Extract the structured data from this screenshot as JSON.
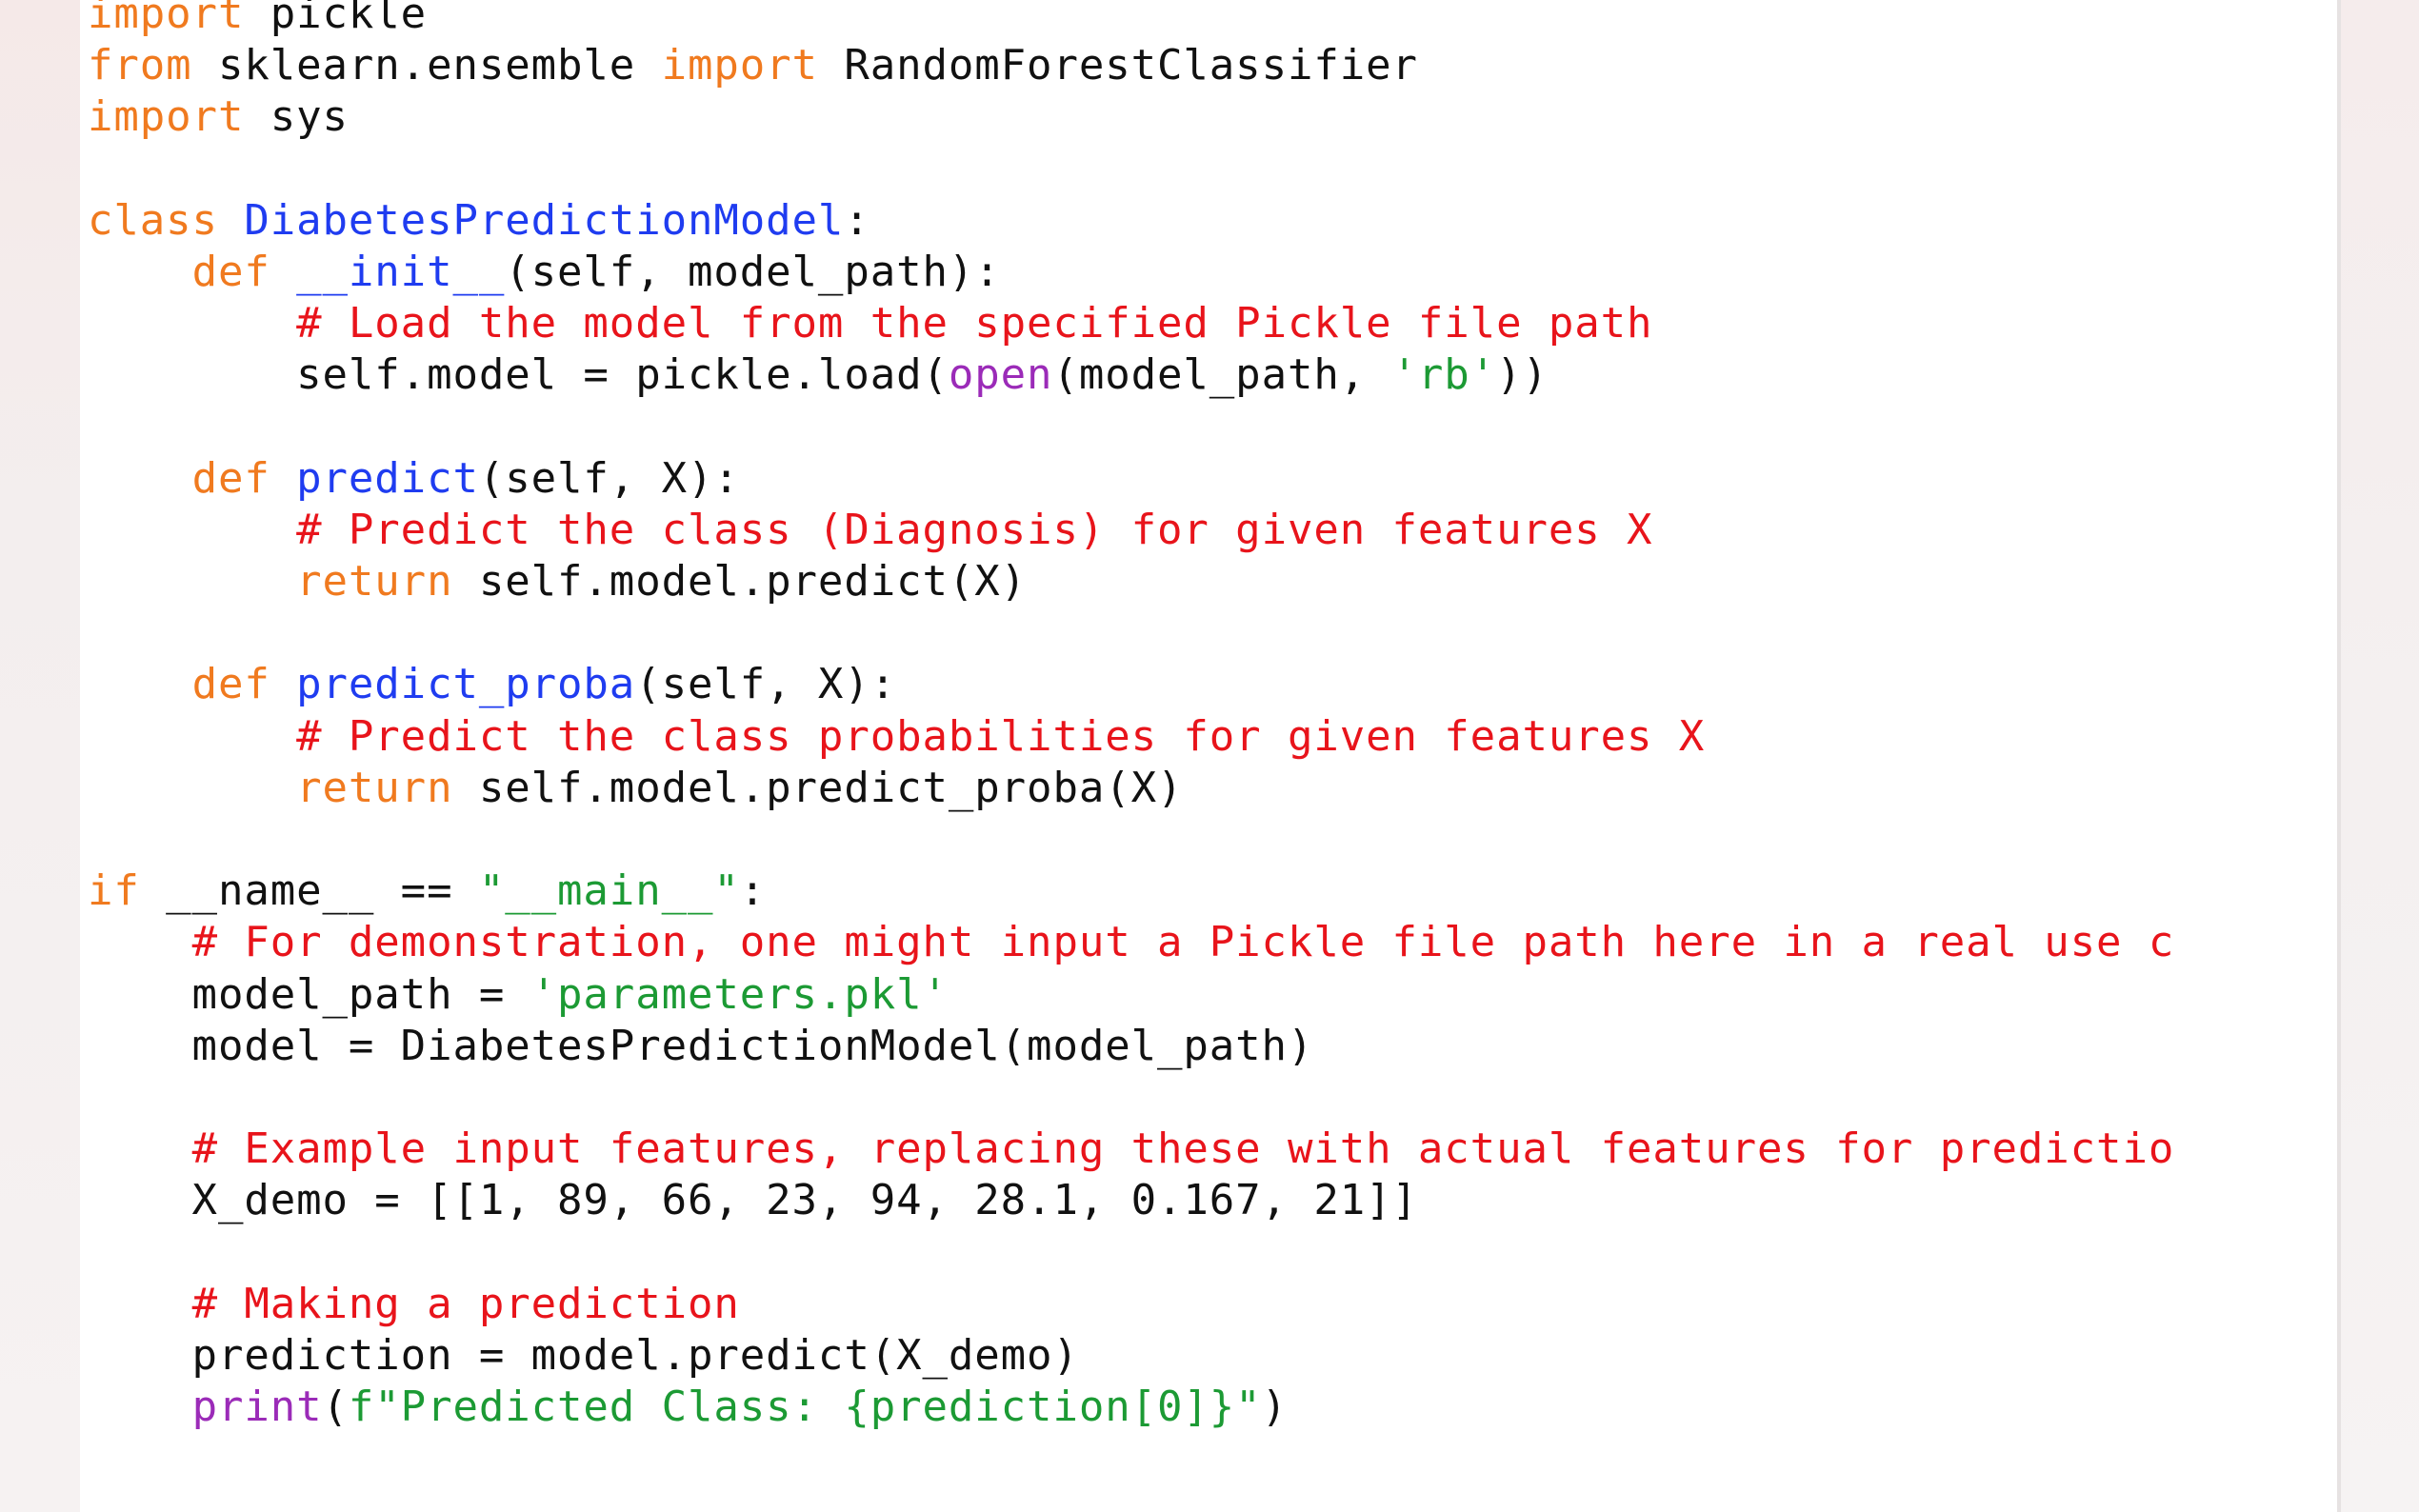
{
  "colors": {
    "keyword": "#f07a1f",
    "definition_name": "#1f3cf0",
    "comment": "#e8141b",
    "string": "#1c9a34",
    "builtin": "#9b2bb8",
    "text": "#111111"
  },
  "code": {
    "lines": [
      [
        {
          "k": "kw",
          "t": "import"
        },
        {
          "k": "pl",
          "t": " pickle"
        }
      ],
      [
        {
          "k": "kw",
          "t": "from"
        },
        {
          "k": "pl",
          "t": " sklearn.ensemble "
        },
        {
          "k": "kw",
          "t": "import"
        },
        {
          "k": "pl",
          "t": " RandomForestClassifier"
        }
      ],
      [
        {
          "k": "kw",
          "t": "import"
        },
        {
          "k": "pl",
          "t": " sys"
        }
      ],
      [],
      [
        {
          "k": "kw",
          "t": "class"
        },
        {
          "k": "pl",
          "t": " "
        },
        {
          "k": "nm",
          "t": "DiabetesPredictionModel"
        },
        {
          "k": "pl",
          "t": ":"
        }
      ],
      [
        {
          "k": "pl",
          "t": "    "
        },
        {
          "k": "kw",
          "t": "def"
        },
        {
          "k": "pl",
          "t": " "
        },
        {
          "k": "nm",
          "t": "__init__"
        },
        {
          "k": "pl",
          "t": "(self, model_path):"
        }
      ],
      [
        {
          "k": "pl",
          "t": "        "
        },
        {
          "k": "cm",
          "t": "# Load the model from the specified Pickle file path"
        }
      ],
      [
        {
          "k": "pl",
          "t": "        self.model = pickle.load("
        },
        {
          "k": "bi",
          "t": "open"
        },
        {
          "k": "pl",
          "t": "(model_path, "
        },
        {
          "k": "st",
          "t": "'rb'"
        },
        {
          "k": "pl",
          "t": "))"
        }
      ],
      [],
      [
        {
          "k": "pl",
          "t": "    "
        },
        {
          "k": "kw",
          "t": "def"
        },
        {
          "k": "pl",
          "t": " "
        },
        {
          "k": "nm",
          "t": "predict"
        },
        {
          "k": "pl",
          "t": "(self, X):"
        }
      ],
      [
        {
          "k": "pl",
          "t": "        "
        },
        {
          "k": "cm",
          "t": "# Predict the class (Diagnosis) for given features X"
        }
      ],
      [
        {
          "k": "pl",
          "t": "        "
        },
        {
          "k": "kw",
          "t": "return"
        },
        {
          "k": "pl",
          "t": " self.model.predict(X)"
        }
      ],
      [],
      [
        {
          "k": "pl",
          "t": "    "
        },
        {
          "k": "kw",
          "t": "def"
        },
        {
          "k": "pl",
          "t": " "
        },
        {
          "k": "nm",
          "t": "predict_proba"
        },
        {
          "k": "pl",
          "t": "(self, X):"
        }
      ],
      [
        {
          "k": "pl",
          "t": "        "
        },
        {
          "k": "cm",
          "t": "# Predict the class probabilities for given features X"
        }
      ],
      [
        {
          "k": "pl",
          "t": "        "
        },
        {
          "k": "kw",
          "t": "return"
        },
        {
          "k": "pl",
          "t": " self.model.predict_proba(X)"
        }
      ],
      [],
      [
        {
          "k": "kw",
          "t": "if"
        },
        {
          "k": "pl",
          "t": " __name__ == "
        },
        {
          "k": "st",
          "t": "\"__main__\""
        },
        {
          "k": "pl",
          "t": ":"
        }
      ],
      [
        {
          "k": "pl",
          "t": "    "
        },
        {
          "k": "cm",
          "t": "# For demonstration, one might input a Pickle file path here in a real use c"
        }
      ],
      [
        {
          "k": "pl",
          "t": "    model_path = "
        },
        {
          "k": "st",
          "t": "'parameters.pkl'"
        }
      ],
      [
        {
          "k": "pl",
          "t": "    model = DiabetesPredictionModel(model_path)"
        }
      ],
      [],
      [
        {
          "k": "pl",
          "t": "    "
        },
        {
          "k": "cm",
          "t": "# Example input features, replacing these with actual features for predictio"
        }
      ],
      [
        {
          "k": "pl",
          "t": "    X_demo = [[1, 89, 66, 23, 94, 28.1, 0.167, 21]]"
        }
      ],
      [],
      [
        {
          "k": "pl",
          "t": "    "
        },
        {
          "k": "cm",
          "t": "# Making a prediction"
        }
      ],
      [
        {
          "k": "pl",
          "t": "    prediction = model.predict(X_demo)"
        }
      ],
      [
        {
          "k": "pl",
          "t": "    "
        },
        {
          "k": "bi",
          "t": "print"
        },
        {
          "k": "pl",
          "t": "("
        },
        {
          "k": "st",
          "t": "f\"Predicted Class: {prediction[0]}\""
        },
        {
          "k": "pl",
          "t": ")"
        }
      ]
    ]
  }
}
